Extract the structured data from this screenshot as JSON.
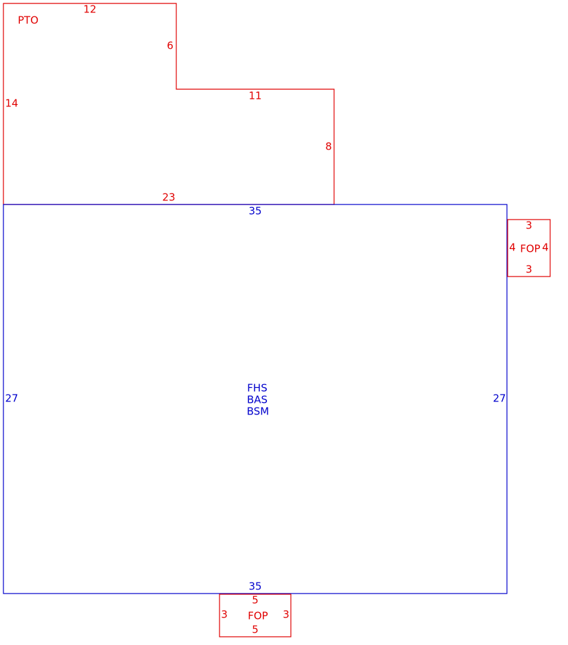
{
  "colors": {
    "patio": "#e00000",
    "house": "#0000cc"
  },
  "pto": {
    "name": "PTO",
    "dims": {
      "top": "12",
      "step_side": "6",
      "step_top": "11",
      "right": "8",
      "bottom": "23",
      "left": "14"
    }
  },
  "house": {
    "codes": [
      "FHS",
      "BAS",
      "BSM"
    ],
    "dims": {
      "top": "35",
      "bottom": "35",
      "left": "27",
      "right": "27"
    }
  },
  "fop_right": {
    "name": "FOP",
    "dims": {
      "top": "3",
      "bottom": "3",
      "left": "4",
      "right": "4"
    }
  },
  "fop_bottom": {
    "name": "FOP",
    "dims": {
      "top": "5",
      "bottom": "5",
      "left": "3",
      "right": "3"
    }
  }
}
